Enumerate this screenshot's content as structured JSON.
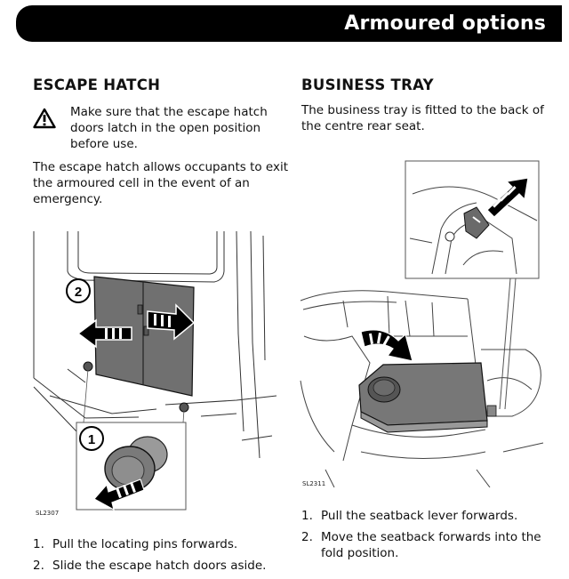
{
  "header": {
    "title": "Armoured options"
  },
  "escape_hatch": {
    "heading": "ESCAPE HATCH",
    "warning": "Make sure that the escape hatch doors latch in the open position before use.",
    "description": "The escape hatch allows occupants to exit the armoured cell in the event of an emergency.",
    "figure": {
      "callout_1": "1",
      "callout_2": "2",
      "code": "SL2307"
    },
    "steps": [
      {
        "num": "1.",
        "text": "Pull the locating pins forwards."
      },
      {
        "num": "2.",
        "text": "Slide the escape hatch doors aside."
      }
    ]
  },
  "business_tray": {
    "heading": "BUSINESS TRAY",
    "description": "The business tray is fitted to the back of the centre rear seat.",
    "figure": {
      "code": "SL2311"
    },
    "steps": [
      {
        "num": "1.",
        "text": "Pull the seatback lever forwards."
      },
      {
        "num": "2.",
        "text": "Move the seatback forwards into the fold position."
      }
    ]
  }
}
